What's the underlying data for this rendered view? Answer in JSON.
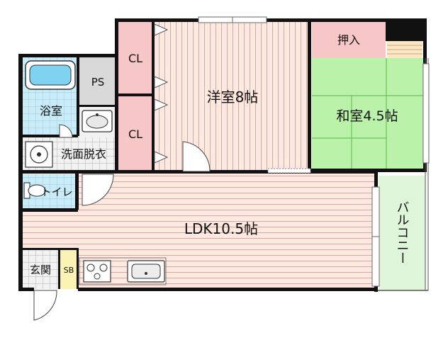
{
  "rooms": {
    "western": "洋室8帖",
    "japanese": "和室4.5帖",
    "ldk": "LDK10.5帖",
    "bath": "浴室",
    "washroom": "洗面脱衣",
    "toilet": "トイレ",
    "entrance": "玄関",
    "balcony": "バルコニー",
    "closet_1": "CL",
    "closet_2": "CL",
    "oshiire": "押入",
    "pipe_space": "PS",
    "shoe_box": "SB"
  },
  "colors": {
    "wood_floor": "#fde9e2",
    "wood_lines": "#d6a999",
    "tatami": "#b9f2a8",
    "tatami_lines": "#6fbf5a",
    "closet": "#f7c7c7",
    "wet_area": "#c9ecf8",
    "tile": "#f2f2f2",
    "balcony": "#dff5da",
    "shoe_box": "#fbf3b3",
    "wall": "#111111"
  },
  "icons": {
    "bathtub": "bathtub-icon",
    "sink": "sink-icon",
    "washer": "washing-machine-icon",
    "toilet": "toilet-icon",
    "stove": "stove-icon",
    "kitchen_sink": "kitchen-sink-icon"
  }
}
